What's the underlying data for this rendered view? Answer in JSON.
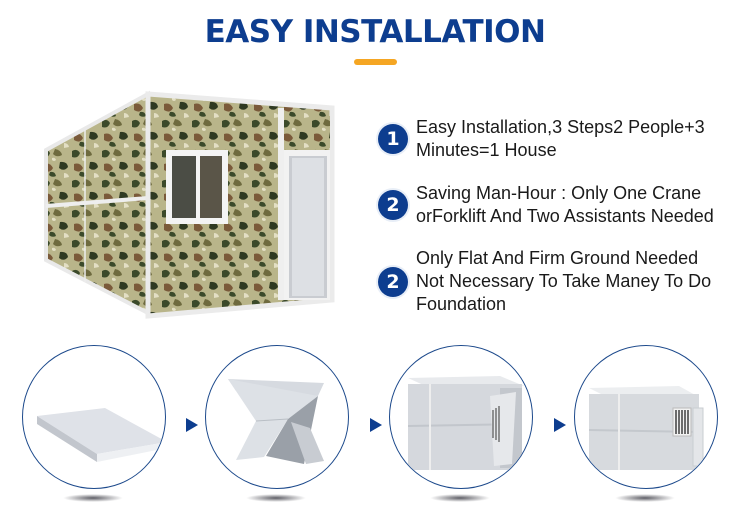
{
  "header": {
    "title": "EASY INSTALLATION",
    "accent_color": "#f5a623",
    "title_color": "#0d3d8f"
  },
  "hero_image": {
    "description": "Folding container house with camouflage panels, window and open door"
  },
  "features": [
    {
      "badge": "1",
      "lines": [
        "Easy Installation,3 Steps2 People+3",
        "Minutes=1 House"
      ]
    },
    {
      "badge": "2",
      "lines": [
        "Saving Man-Hour : Only One Crane",
        "orForklift And Two Assistants Needed"
      ]
    },
    {
      "badge": "2",
      "lines": [
        "Only Flat And Firm Ground Needed",
        "Not Necessary To Take Maney To Do",
        "Foundation"
      ]
    }
  ],
  "steps": [
    {
      "name": "folded-flat-pack"
    },
    {
      "name": "unfolding-walls"
    },
    {
      "name": "walls-raised-door-closing"
    },
    {
      "name": "finished-house"
    }
  ],
  "step_arrow_color": "#0d3d8f"
}
